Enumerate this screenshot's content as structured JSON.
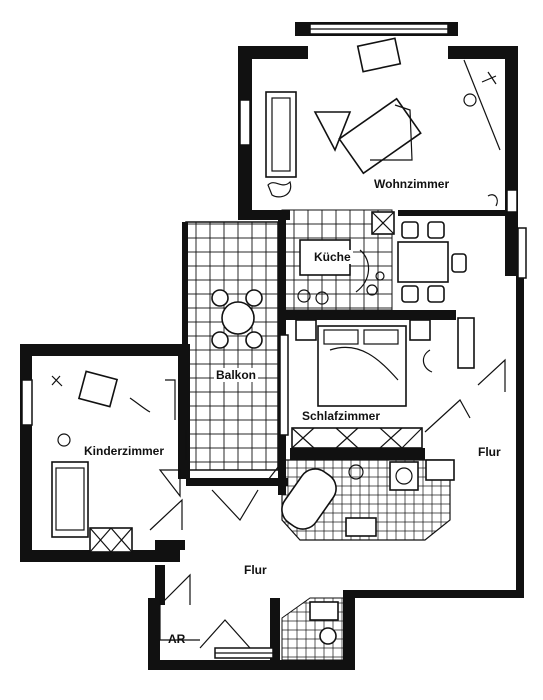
{
  "rooms": {
    "wohnzimmer": "Wohnzimmer",
    "kueche": "Küche",
    "balkon": "Balkon",
    "schlafzimmer": "Schlafzimmer",
    "kinderzimmer": "Kinderzimmer",
    "flur_right": "Flur",
    "flur_bottom": "Flur",
    "ar": "AR"
  },
  "colors": {
    "ink": "#111111",
    "paper": "#ffffff"
  }
}
